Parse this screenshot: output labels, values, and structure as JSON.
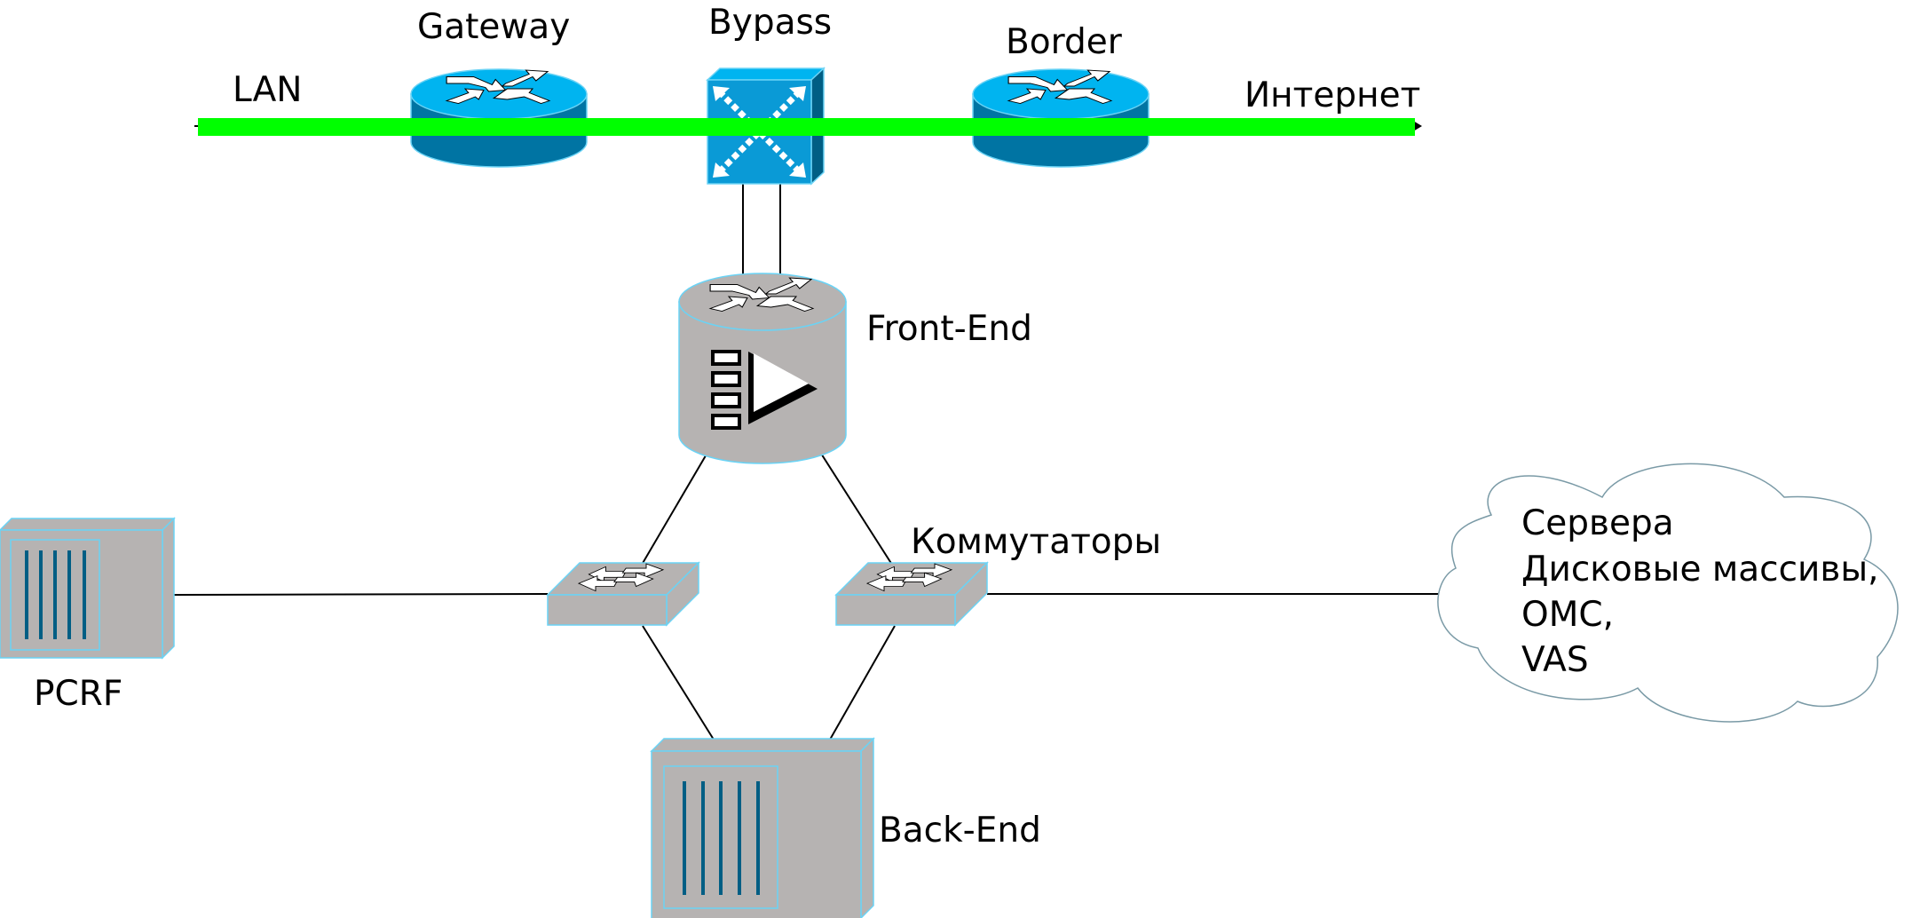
{
  "title": "Network topology: LAN — Gateway — Bypass — Border — Internet with DPI Front-End/Back-End",
  "colors": {
    "traffic_line": "#00ff00",
    "router_top": "#00b4f0",
    "router_side": "#0074a3",
    "bypass_front": "#0a9ad6",
    "bypass_top": "#00b4f0",
    "bypass_side": "#005e84",
    "device_gray": "#b6b3b2",
    "outline_cyan": "#6ad3f5",
    "cloud_outline": "#7a9aa6",
    "link": "#000000"
  },
  "labels": {
    "lan": "LAN",
    "gateway": "Gateway",
    "bypass": "Bypass",
    "border": "Border",
    "internet": "Интернет",
    "front_end": "Front-End",
    "switches": "Коммутаторы",
    "pcrf": "PCRF",
    "back_end": "Back-End"
  },
  "cloud": {
    "lines": [
      "Сервера",
      "Дисковые массивы,",
      "OMC,",
      "VAS"
    ]
  },
  "nodes": [
    {
      "id": "gateway",
      "type": "router",
      "label": "Gateway"
    },
    {
      "id": "bypass",
      "type": "bypass-switch",
      "label": "Bypass"
    },
    {
      "id": "border",
      "type": "router",
      "label": "Border"
    },
    {
      "id": "front-end",
      "type": "dpi-router",
      "label": "Front-End"
    },
    {
      "id": "switch-left",
      "type": "switch",
      "label": "Коммутаторы"
    },
    {
      "id": "switch-right",
      "type": "switch",
      "label": "Коммутаторы"
    },
    {
      "id": "pcrf",
      "type": "server",
      "label": "PCRF"
    },
    {
      "id": "back-end",
      "type": "server",
      "label": "Back-End"
    },
    {
      "id": "cloud",
      "type": "cloud",
      "label": "Сервера, Дисковые массивы, OMC, VAS"
    }
  ],
  "links": [
    {
      "from": "lan",
      "to": "internet",
      "via": [
        "gateway",
        "bypass",
        "border"
      ],
      "style": "traffic"
    },
    {
      "from": "bypass",
      "to": "front-end",
      "count": 2
    },
    {
      "from": "front-end",
      "to": "switch-left"
    },
    {
      "from": "front-end",
      "to": "switch-right"
    },
    {
      "from": "switch-left",
      "to": "back-end"
    },
    {
      "from": "switch-right",
      "to": "back-end"
    },
    {
      "from": "pcrf",
      "to": "switch-left"
    },
    {
      "from": "switch-right",
      "to": "cloud"
    }
  ]
}
